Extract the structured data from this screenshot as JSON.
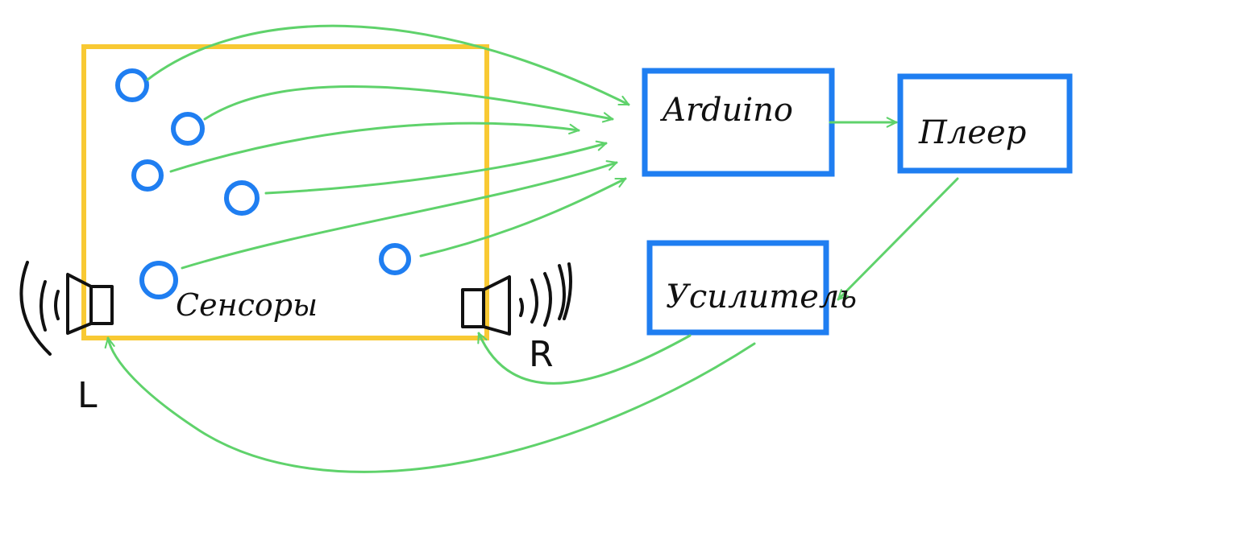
{
  "labels": {
    "sensors": "Сенсоры",
    "arduino": "Arduino",
    "player": "Плеер",
    "amplifier": "Усилитель",
    "left_channel": "L",
    "right_channel": "R"
  },
  "colors": {
    "sensor_area": "#f8c933",
    "box": "#1f7ef1",
    "sensor": "#1f7ef1",
    "wire": "#5fd26b",
    "ink": "#111111"
  },
  "icons": {
    "speaker_left": "speaker-icon",
    "speaker_right": "speaker-icon"
  }
}
